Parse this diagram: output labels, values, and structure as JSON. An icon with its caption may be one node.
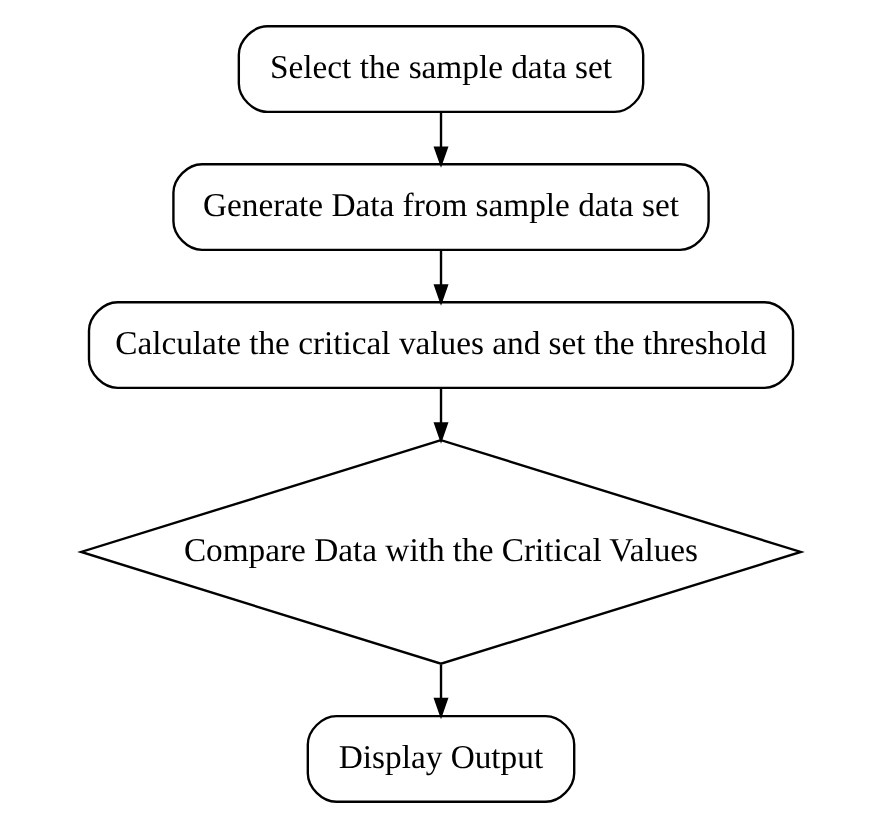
{
  "diagram": {
    "nodes": [
      {
        "text": [
          "Select the sample data set"
        ]
      },
      {
        "text": [
          "Generate Data from sample data set"
        ]
      },
      {
        "text": [
          "Calculate the critical values and set the threshold"
        ]
      },
      {
        "text": [
          "Compare Data with the Critical Values"
        ]
      },
      {
        "text": [
          "Display Output"
        ]
      }
    ],
    "edges": [
      {
        "from": 0,
        "to": 1,
        "arrow": "to"
      },
      {
        "from": 1,
        "to": 2,
        "arrow": "to"
      },
      {
        "from": 2,
        "to": 3,
        "arrow": "to"
      },
      {
        "from": 3,
        "to": 4,
        "arrow": "to"
      }
    ]
  }
}
